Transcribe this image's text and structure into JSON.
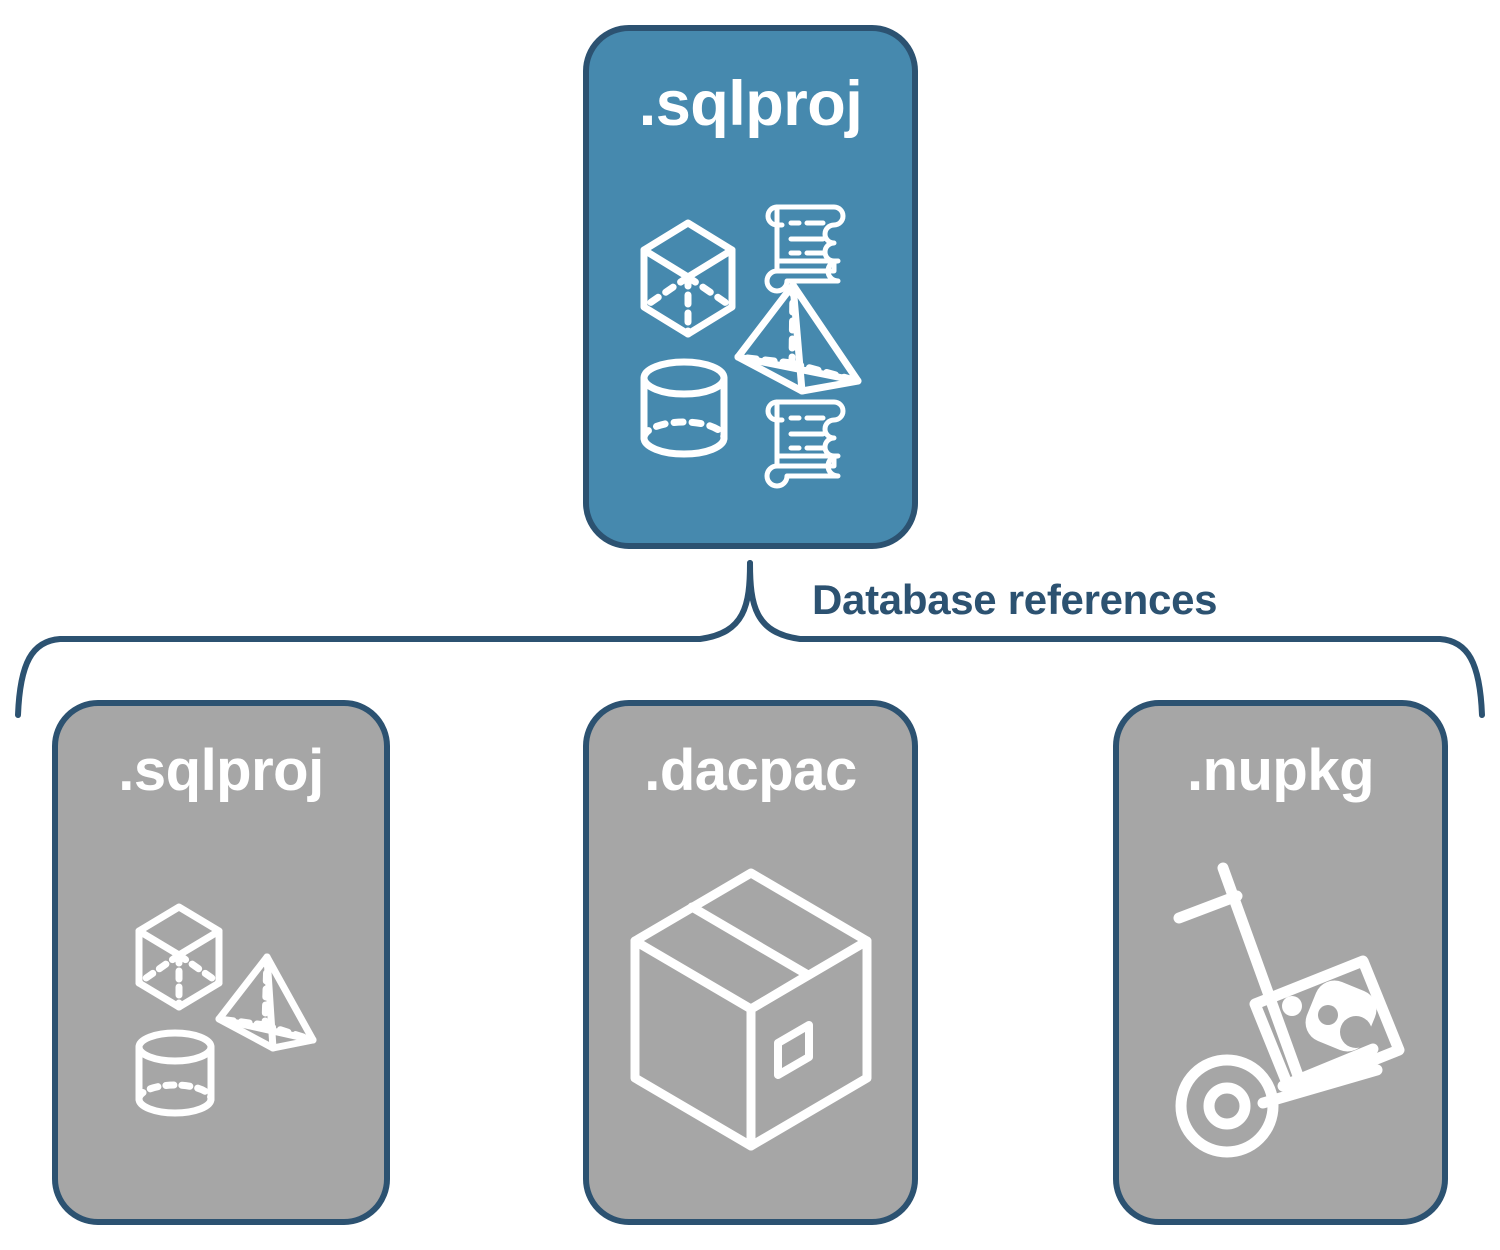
{
  "diagram": {
    "title": "Database references",
    "colors": {
      "root_fill": "#4689ae",
      "reference_fill": "#a6a6a6",
      "stroke": "#2c5271",
      "icon": "#ffffff",
      "background": "#ffffff"
    }
  },
  "root_node": {
    "label": ".sqlproj",
    "icons": [
      "cube-wireframe-icon",
      "pyramid-wireframe-icon",
      "cylinder-wireframe-icon",
      "script-scroll-icon",
      "script-scroll-icon"
    ]
  },
  "connector": {
    "label": "Database references"
  },
  "reference_nodes": [
    {
      "label": ".sqlproj",
      "icons": [
        "cube-wireframe-icon",
        "pyramid-wireframe-icon",
        "cylinder-wireframe-icon"
      ]
    },
    {
      "label": ".dacpac",
      "icons": [
        "shipping-box-icon"
      ]
    },
    {
      "label": ".nupkg",
      "icons": [
        "hand-truck-icon",
        "package-logo-icon"
      ]
    }
  ]
}
